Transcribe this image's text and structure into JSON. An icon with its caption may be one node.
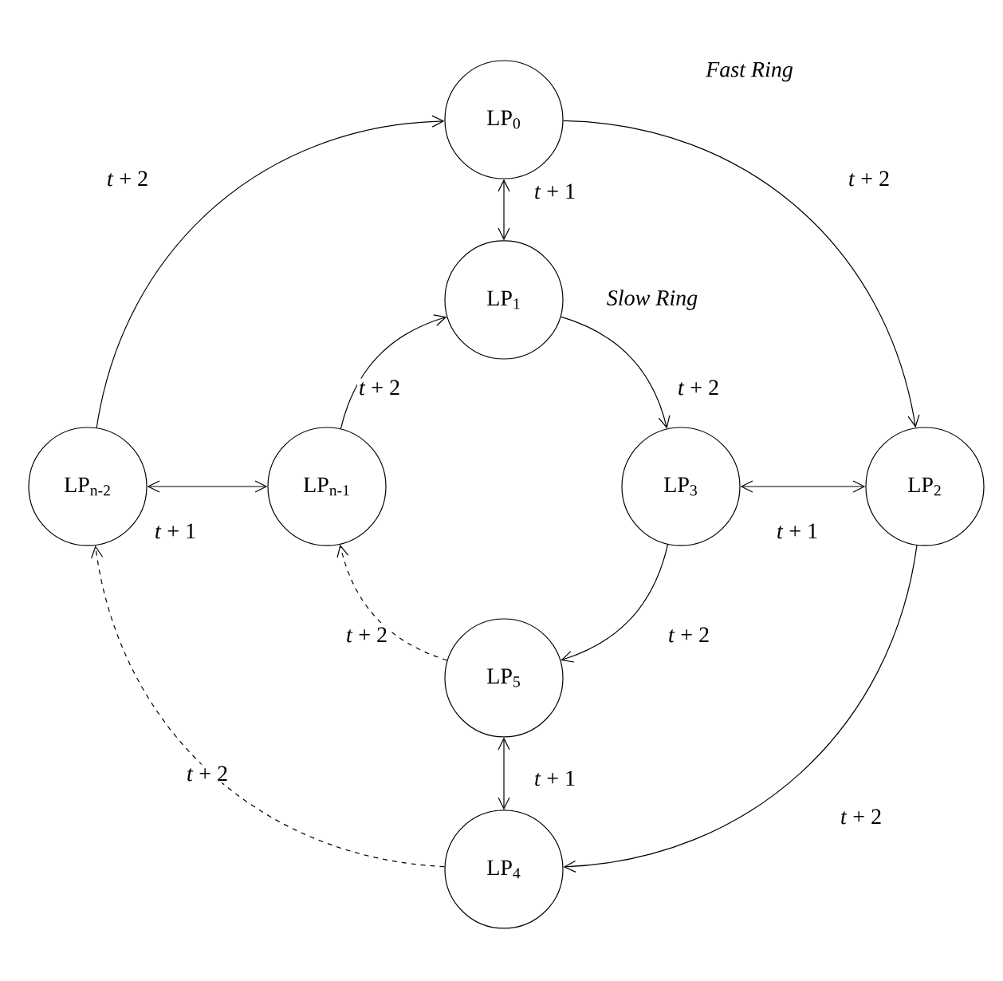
{
  "diagram": {
    "nodes": [
      {
        "text": [
          "LP$_{0}$"
        ]
      },
      {
        "text": [
          "LP$_{1}$"
        ]
      },
      {
        "text": [
          "LP$_{2}$"
        ]
      },
      {
        "text": [
          "LP$_{3}$"
        ]
      },
      {
        "text": [
          "LP$_{4}$"
        ]
      },
      {
        "text": [
          "LP$_{5}$"
        ]
      },
      {
        "text": [
          "LP$_{n-1}$"
        ]
      },
      {
        "text": [
          "LP$_{n-2}$"
        ]
      }
    ],
    "edges": [
      {
        "from": 0,
        "to": 2,
        "arrow": "to",
        "label": "*t* + 2"
      },
      {
        "from": 2,
        "to": 4,
        "arrow": "to",
        "label": "*t* + 2"
      },
      {
        "from": 4,
        "to": 7,
        "arrow": "to",
        "label": "*t* + 2",
        "style": "dashed"
      },
      {
        "from": 7,
        "to": 0,
        "arrow": "to",
        "label": "*t* + 2"
      },
      {
        "from": 0,
        "to": 1,
        "arrow": "both",
        "label": "*t* + 1"
      },
      {
        "from": 1,
        "to": 3,
        "arrow": "to",
        "label": "*t* + 2"
      },
      {
        "from": 3,
        "to": 5,
        "arrow": "to",
        "label": "*t* + 2"
      },
      {
        "from": 5,
        "to": 6,
        "arrow": "to",
        "label": "*t* + 2",
        "style": "dashed"
      },
      {
        "from": 6,
        "to": 1,
        "arrow": "to",
        "label": "*t* + 2"
      },
      {
        "from": 5,
        "to": 4,
        "arrow": "both",
        "label": "*t* + 1"
      },
      {
        "from": 3,
        "to": 2,
        "arrow": "both",
        "label": "*t* + 1"
      },
      {
        "from": 7,
        "to": 6,
        "arrow": "both",
        "label": "*t* + 1"
      }
    ],
    "labels": [
      "Fast Ring",
      "Slow Ring"
    ]
  }
}
